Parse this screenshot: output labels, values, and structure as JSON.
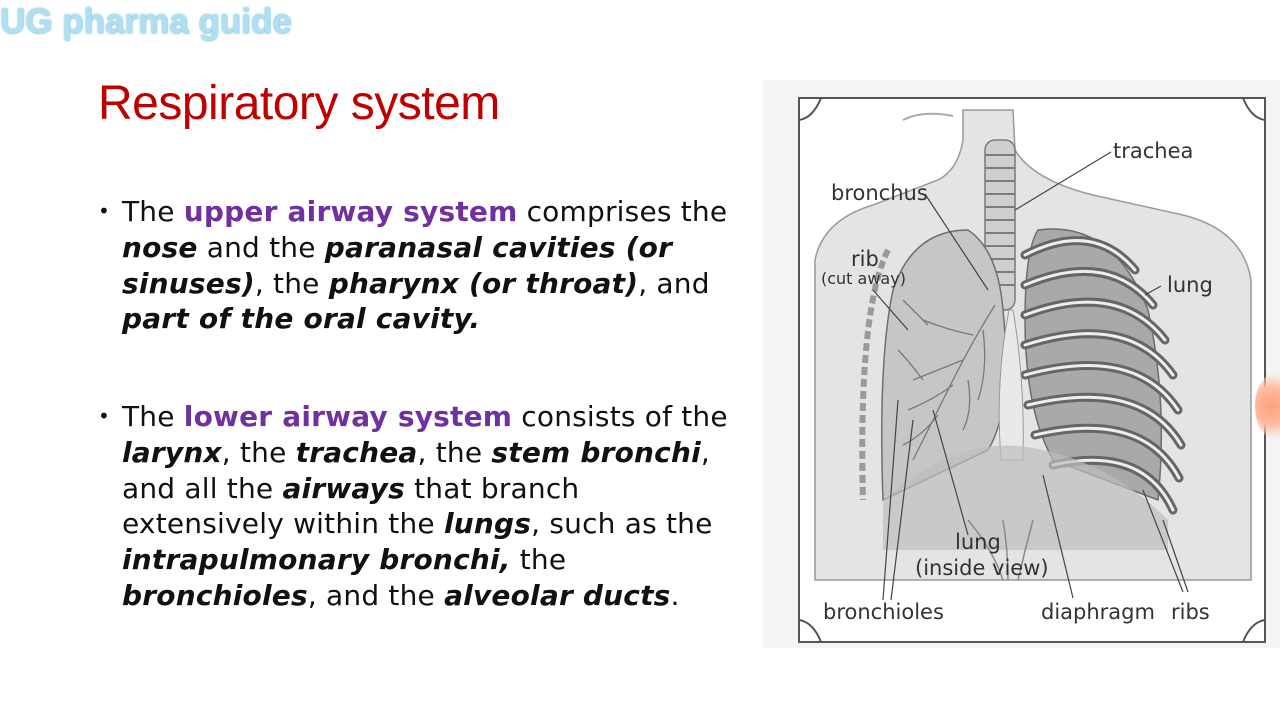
{
  "watermark": "UG pharma guide",
  "slide": {
    "title": "Respiratory system",
    "bullet1": {
      "t1": "The ",
      "h1": "upper airway system",
      "t2": " comprises the ",
      "i1": "nose",
      "t3": " and the ",
      "i2": "paranasal cavities (or sinuses)",
      "t4": ", the ",
      "i3": "pharynx (or throat)",
      "t5": ", and ",
      "i4": "part of the oral cavity."
    },
    "bullet2": {
      "t1": "The ",
      "h1": "lower airway system",
      "t2": " consists of the ",
      "i1": "larynx",
      "t3": ", the ",
      "i2": "trachea",
      "t4": ", the ",
      "i3": "stem bronchi",
      "t5": ", and all the ",
      "i4": "airways",
      "t6": " that branch extensively within the ",
      "i5": "lungs",
      "t7": ", such as the ",
      "i6": "intrapulmonary bronchi,",
      "t8": " the ",
      "i7": "bronchioles",
      "t9": ", and the ",
      "i8": "alveolar ducts",
      "t10": "."
    }
  },
  "figure": {
    "labels": {
      "trachea": "trachea",
      "bronchus": "bronchus",
      "rib": "rib",
      "rib_note": "(cut away)",
      "lung_right": "lung",
      "lung_inside": "lung",
      "lung_inside_note": "(inside view)",
      "bronchioles": "bronchioles",
      "diaphragm": "diaphragm",
      "ribs": "ribs"
    }
  },
  "colors": {
    "title": "#c00000",
    "highlight": "#7030a0",
    "watermark": "#aee0f2"
  }
}
